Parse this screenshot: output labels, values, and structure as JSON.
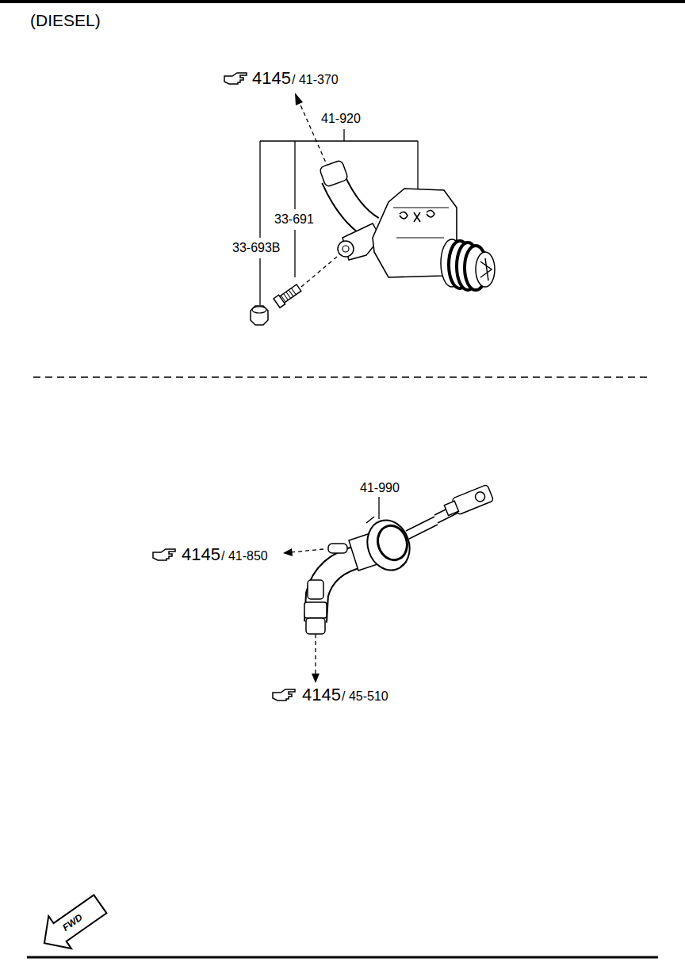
{
  "diagram": {
    "title": "(DIESEL)",
    "labels": [
      "4145",
      "/ 41-370",
      "41-920",
      "33-691",
      "33-693B",
      "4145",
      "/ 41-850",
      "41-990",
      "4145",
      "/ 45-510",
      "FWD"
    ]
  }
}
